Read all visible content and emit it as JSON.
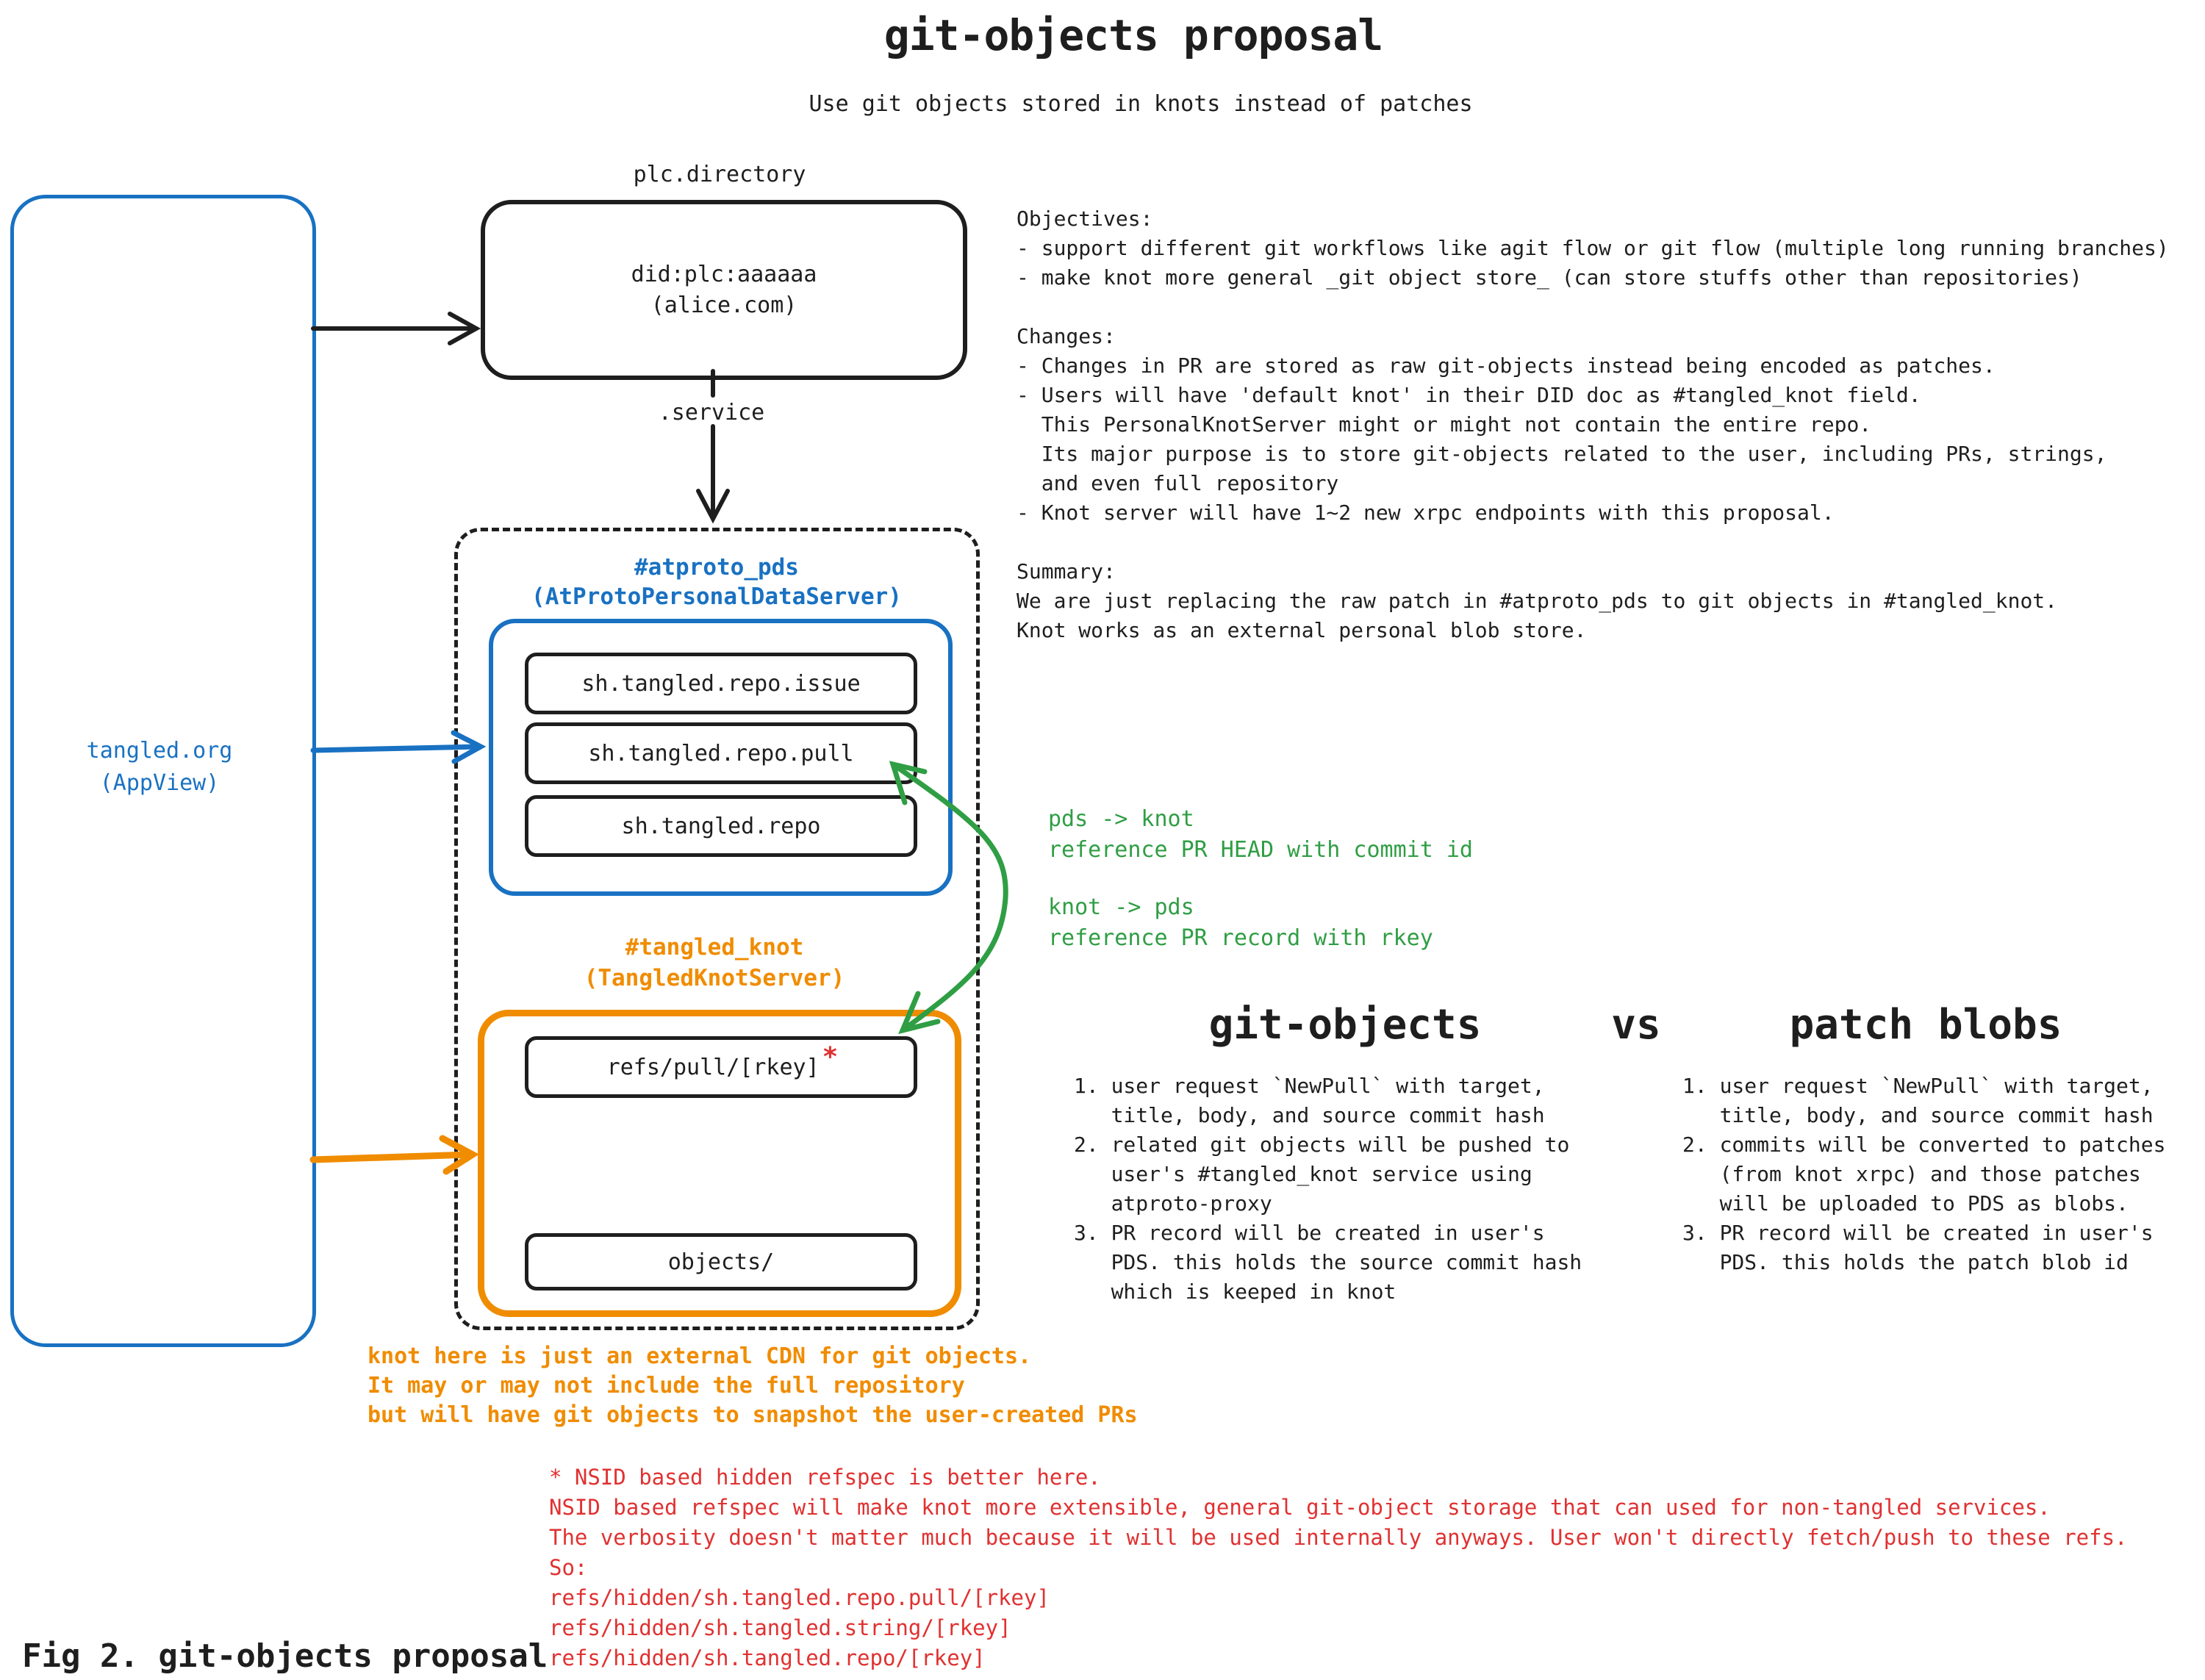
{
  "title": "git-objects proposal",
  "subtitle": "Use git objects stored in knots instead of patches",
  "caption": "Fig 2. git-objects proposal",
  "colors": {
    "blue": "#1971c2",
    "orange": "#f08c00",
    "green": "#2f9e44",
    "red": "#e03131",
    "black": "#1e1e1e"
  },
  "appview": {
    "label": "tangled.org\n(AppView)"
  },
  "plc": {
    "label": "plc.directory",
    "did": "did:plc:aaaaaa\n(alice.com)",
    "service_label": ".service"
  },
  "pds": {
    "title": "#atproto_pds",
    "subtitle": "(AtProtoPersonalDataServer)",
    "records": [
      "sh.tangled.repo.issue",
      "sh.tangled.repo.pull",
      "sh.tangled.repo"
    ]
  },
  "knot": {
    "title": "#tangled_knot",
    "subtitle": "(TangledKnotServer)",
    "refs_label": "refs/pull/[rkey]",
    "refs_asterisk": "*",
    "objects_label": "objects/"
  },
  "notes": {
    "objectives_block": "Objectives:\n- support different git workflows like agit flow or git flow (multiple long running branches)\n- make knot more general _git object store_ (can store stuffs other than repositories)\n\nChanges:\n- Changes in PR are stored as raw git-objects instead being encoded as patches.\n- Users will have 'default knot' in their DID doc as #tangled_knot field.\n  This PersonalKnotServer might or might not contain the entire repo.\n  Its major purpose is to store git-objects related to the user, including PRs, strings,\n  and even full repository\n- Knot server will have 1~2 new xrpc endpoints with this proposal.\n\nSummary:\nWe are just replacing the raw patch in #atproto_pds to git objects in #tangled_knot.\nKnot works as an external personal blob store.",
    "green_pds_to_knot": "pds -> knot\nreference PR HEAD with commit id",
    "green_knot_to_pds": "knot -> pds\nreference PR record with rkey",
    "orange_note": "knot here is just an external CDN for git objects.\nIt may or may not include the full repository\nbut will have git objects to snapshot the user-created PRs",
    "red_note": "* NSID based hidden refspec is better here.\nNSID based refspec will make knot more extensible, general git-object storage that can used for non-tangled services.\nThe verbosity doesn't matter much because it will be used internally anyways. User won't directly fetch/push to these refs.\nSo:\nrefs/hidden/sh.tangled.repo.pull/[rkey]\nrefs/hidden/sh.tangled.string/[rkey]\nrefs/hidden/sh.tangled.repo/[rkey]"
  },
  "comparison": {
    "left_title": "git-objects",
    "vs": "vs",
    "right_title": "patch blobs",
    "left_items": "1. user request `NewPull` with target,\n   title, body, and source commit hash\n2. related git objects will be pushed to\n   user's #tangled_knot service using\n   atproto-proxy\n3. PR record will be created in user's\n   PDS. this holds the source commit hash\n   which is keeped in knot",
    "right_items": "1. user request `NewPull` with target,\n   title, body, and source commit hash\n2. commits will be converted to patches\n   (from knot xrpc) and those patches\n   will be uploaded to PDS as blobs.\n3. PR record will be created in user's\n   PDS. this holds the patch blob id"
  }
}
